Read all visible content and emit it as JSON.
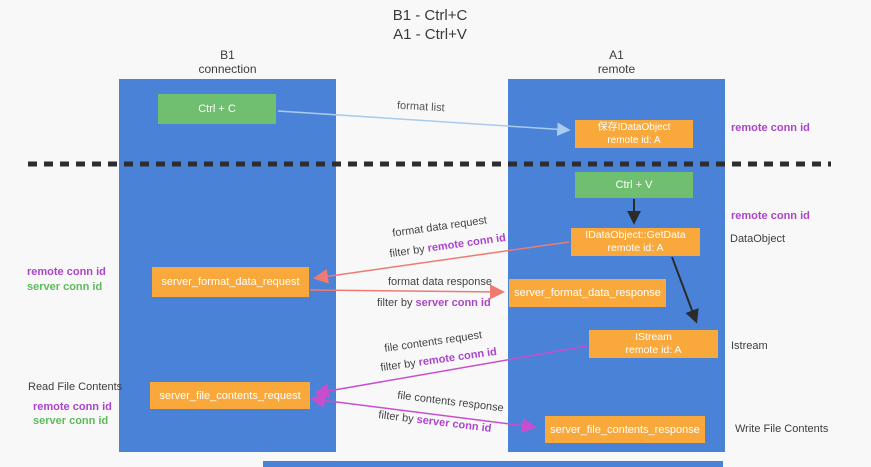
{
  "title": {
    "line1": "B1 - Ctrl+C",
    "line2": "A1 - Ctrl+V"
  },
  "lanes": {
    "left": {
      "title": "B1",
      "subtitle": "connection"
    },
    "right": {
      "title": "A1",
      "subtitle": "remote"
    }
  },
  "nodes": {
    "ctrl_c": {
      "label": "Ctrl + C"
    },
    "ctrl_v": {
      "label": "Ctrl + V"
    },
    "save_dataobject": {
      "line1": "保存IDataObject",
      "line2": "remote id: A"
    },
    "getdata": {
      "line1": "IDataObject::GetData",
      "line2": "remote id: A"
    },
    "istream": {
      "line1": "IStream",
      "line2": "remote id: A"
    },
    "format_request": {
      "label": "server_format_data_request"
    },
    "format_response": {
      "label": "server_format_data_response"
    },
    "file_request": {
      "label": "server_file_contents_request"
    },
    "file_response": {
      "label": "server_file_contents_response"
    }
  },
  "edges": {
    "format_list": {
      "label": "format list"
    },
    "format_request": {
      "label": "format data request",
      "filter_prefix": "filter by ",
      "filter_id": "remote conn id"
    },
    "format_response": {
      "label": "format data response",
      "filter_prefix": "filter by ",
      "filter_id": "server conn id"
    },
    "file_request": {
      "label": "file contents request",
      "filter_prefix": "filter by ",
      "filter_id": "remote conn id"
    },
    "file_response": {
      "label": "file contents response",
      "filter_prefix": "filter by ",
      "filter_id": "server conn id"
    }
  },
  "side_labels": {
    "right_conn_id_top": "remote conn id",
    "right_conn_id_mid": "remote conn id",
    "dataobject": "DataObject",
    "istream": "Istream",
    "write_file_contents": "Write File Contents",
    "left_remote_conn_id": "remote conn id",
    "left_server_conn_id": "server conn id",
    "read_file_contents": "Read File Contents",
    "left_remote_conn_id_2": "remote conn id",
    "left_server_conn_id_2": "server conn id"
  },
  "colors": {
    "lane_blue": "#4A82D8",
    "box_green": "#70BF70",
    "box_orange": "#F9A93B",
    "arrow_light_blue": "#A9CCEC",
    "arrow_salmon": "#ED7B72",
    "arrow_magenta": "#C94ECD",
    "arrow_black": "#2B2B2B",
    "label_purple": "#AD44CD",
    "label_green": "#5CBB5C",
    "divider_dark": "#2D2D2D"
  }
}
